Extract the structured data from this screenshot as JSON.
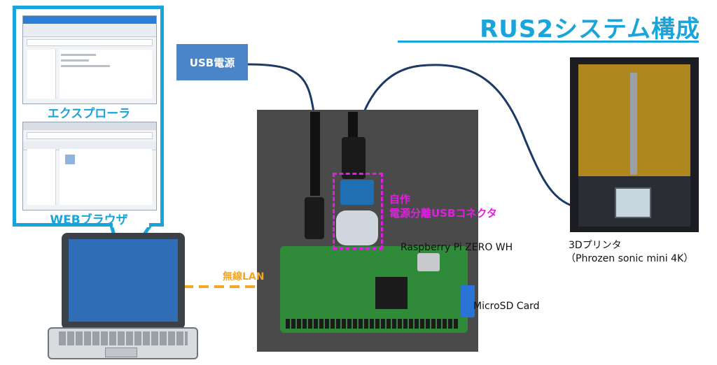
{
  "title": "RUS2システム構成",
  "callout": {
    "explorer_caption": "エクスプローラ",
    "browser_caption": "WEBブラウザ"
  },
  "power": {
    "label": "USB電源"
  },
  "rpi_area": {
    "connector_label_line1": "自作",
    "connector_label_line2": "電源分離USBコネクタ",
    "board_label": "Raspberry Pi ZERO WH",
    "sd_label": "MicroSD Card"
  },
  "printer": {
    "label_line1": "3Dプリンタ",
    "label_line2": "（Phrozen sonic mini 4K）"
  },
  "wireless": {
    "label": "無線LAN"
  },
  "colors": {
    "accent": "#1aa4dc",
    "magenta": "#e020e0",
    "orange": "#f5a623",
    "usb_box": "#4a86c7"
  }
}
